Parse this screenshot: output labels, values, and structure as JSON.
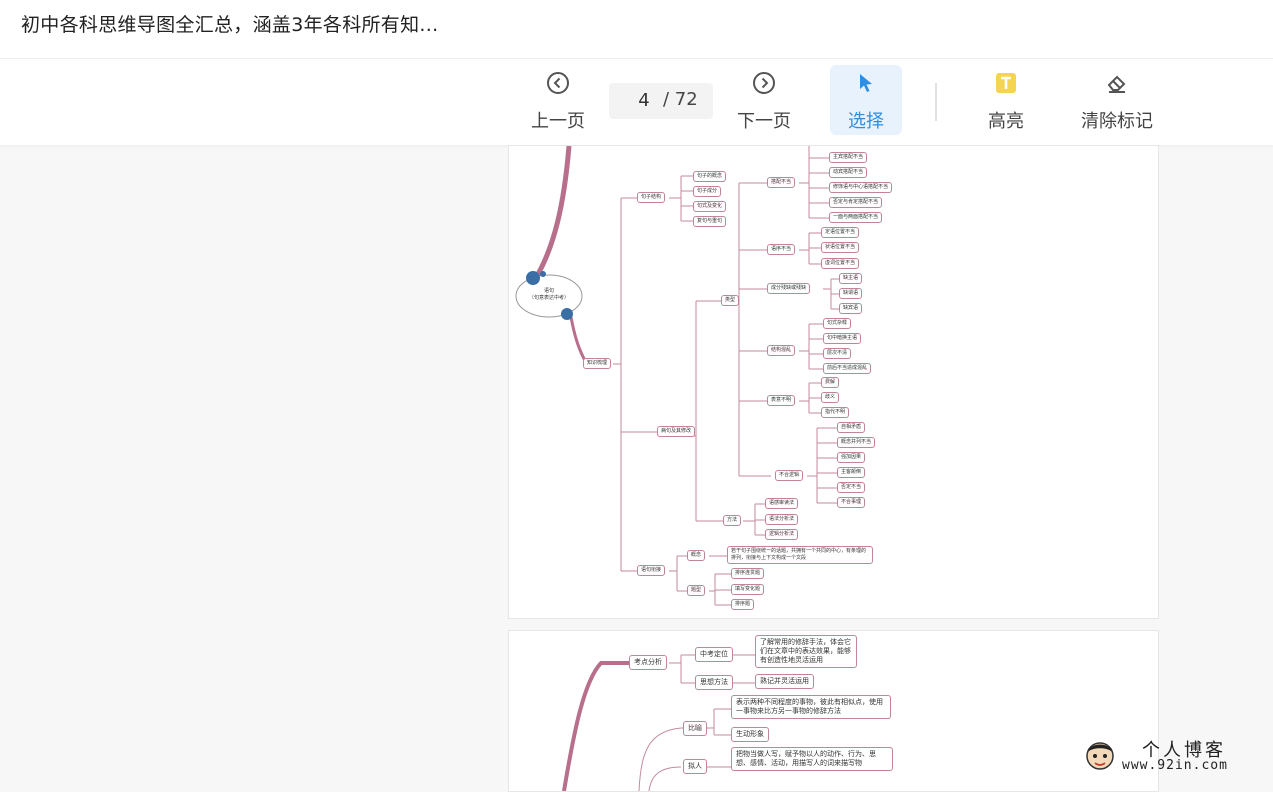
{
  "document": {
    "title": "初中各科思维导图全汇总，涵盖3年各科所有知..."
  },
  "toolbar": {
    "prev_label": "上一页",
    "next_label": "下一页",
    "select_label": "选择",
    "highlight_label": "高亮",
    "clear_label": "清除标记",
    "current_page": "4",
    "total_pages": "/ 72",
    "accent_color": "#2f8ee0"
  },
  "page1": {
    "root": [
      "语句",
      "（句意表达中考）"
    ],
    "main": [
      "句子结构",
      "知识梳理",
      "病句及其修改",
      "语句衔接"
    ],
    "sentence": [
      "句子的概念",
      "句子成分",
      "句式及变化",
      "复句与重句"
    ],
    "types": [
      "类型",
      "方法"
    ],
    "cat": [
      "搭配不当",
      "语序不当",
      "成分残缺或残缺",
      "结构混乱",
      "表意不明",
      "不合逻辑"
    ],
    "dapei": [
      "主宾搭配不当",
      "动宾搭配不当",
      "修饰语与中心语搭配不当",
      "否定与肯定搭配不当",
      "一面与两面搭配不当"
    ],
    "yuxu": [
      "定语位置不当",
      "状语位置不当",
      "虚词位置不当"
    ],
    "canque": [
      "缺主语",
      "缺谓语",
      "缺宾语"
    ],
    "hunluan": [
      "句式杂糅",
      "句中暗换主语",
      "层次不清",
      "前后不当造成混乱"
    ],
    "biaoyi": [
      "费解",
      "歧义",
      "指代不明"
    ],
    "luoji": [
      "自相矛盾",
      "概念并列不当",
      "强加因果",
      "主客颠倒",
      "否定不当",
      "不合事理"
    ],
    "fangfa": [
      "语感审读法",
      "语法分析法",
      "逻辑分析法"
    ],
    "xianjie_children": [
      "概念",
      "题型"
    ],
    "xianjie_concept": "若干句子围绕统一的话题，共拥有一个共同的中心，有条理的排列，衔接与上下文构成一个文段",
    "tixing": [
      "排序连贯题",
      "填写变化题",
      "排序题"
    ]
  },
  "page2": {
    "root": "考点分析",
    "items": [
      "中考定位",
      "思想方法"
    ],
    "dingwei": "了解常用的修辞手法，体会它们在文章中的表达效果，能够有创造性地灵活运用",
    "sixiang": "熟记并灵活运用",
    "biyu": "比喻",
    "biyu_desc": "表示两种不同程度的事物，彼此有相似点，使用一事物来比方另一事物的修辞方法",
    "biyu_sub": "生动形象",
    "niren": "拟人",
    "niren_desc": "把物当做人写，赋予物以人的动作、行为、思想、感情、活动，用描写人的词来描写物"
  },
  "watermark": {
    "text": "个人博客",
    "url": "www.92in.com"
  }
}
